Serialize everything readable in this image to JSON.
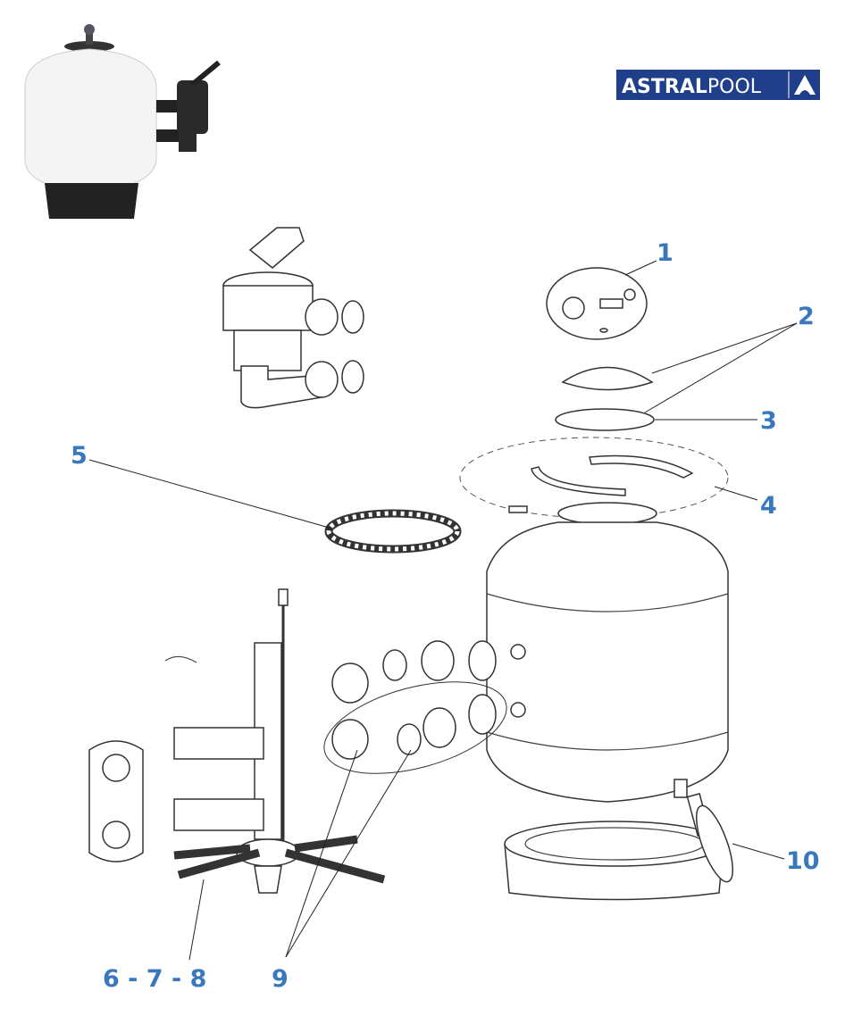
{
  "brand": {
    "name": "ASTRALPOOL",
    "part1": "ASTRAL",
    "part2": "POOL",
    "color": "#1f3f8a"
  },
  "label_color": "#3a78bd",
  "callouts": [
    {
      "id": "1",
      "text": "1"
    },
    {
      "id": "2",
      "text": "2"
    },
    {
      "id": "3",
      "text": "3"
    },
    {
      "id": "4",
      "text": "4"
    },
    {
      "id": "5",
      "text": "5"
    },
    {
      "id": "6-7-8",
      "text": "6 - 7 - 8"
    },
    {
      "id": "9",
      "text": "9"
    },
    {
      "id": "10",
      "text": "10"
    }
  ]
}
